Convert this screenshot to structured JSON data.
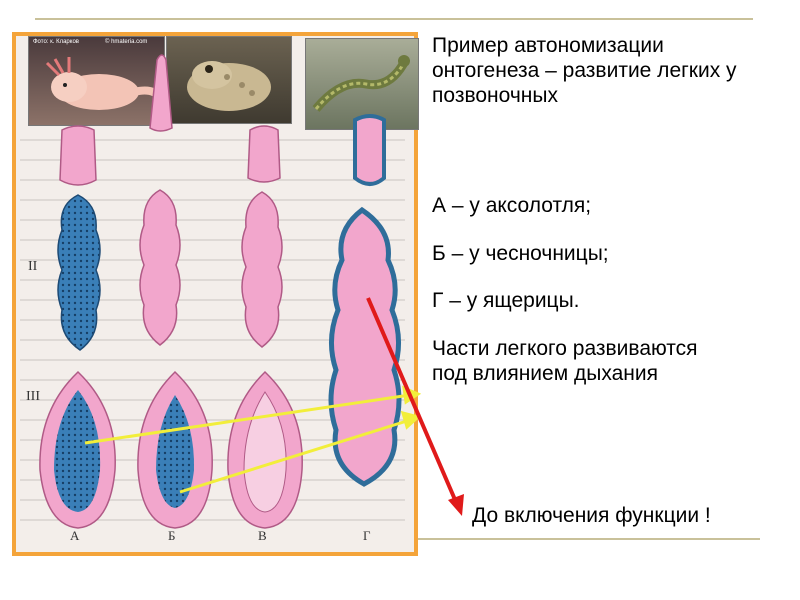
{
  "title_text": "Пример автономизации онтогенеза – развитие легких у позвоночных",
  "legend": {
    "a": "А – у аксолотля;",
    "b": "Б – у чесночницы;",
    "g": "Г – у ящерицы."
  },
  "parts_text": "Части легкого развиваются под влиянием дыхания",
  "note_text": "До включения функции !",
  "photo_captions": {
    "left": "Фото: к. Кларков",
    "right": "© hmateria.com"
  },
  "figure_labels": {
    "row_2": "II",
    "row_3": "III",
    "col_a": "А",
    "col_b": "Б",
    "col_v": "В",
    "col_g": "Г"
  },
  "colors": {
    "frame": "#f4a43a",
    "lung_pink": "#f2a6cc",
    "lung_blue": "#3a7fb8",
    "yellow_arrow": "#f2ee3a",
    "red_arrow": "#e01a1a",
    "rule": "#c9c19a"
  }
}
